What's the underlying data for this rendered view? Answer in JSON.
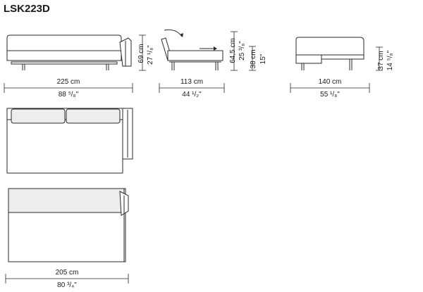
{
  "title": "LSK223D",
  "front_view": {
    "width_cm": "225 cm",
    "width_in": "88 ⁵/₈\"",
    "height_cm": "69 cm",
    "height_in": "27 ¹/₈\""
  },
  "side_view": {
    "depth_cm": "113 cm",
    "depth_in": "44 ¹/₂\"",
    "back_height_cm": "64,5 cm",
    "back_height_in": "25 ³/₈\"",
    "seat_height_cm": "38 cm",
    "seat_height_in": "15\""
  },
  "bed_side_view": {
    "depth_cm": "140 cm",
    "depth_in": "55 ¹/₈\"",
    "height_cm": "37 cm",
    "height_in": "14 ⁵/₈\""
  },
  "bed_top_view": {
    "length_cm": "205 cm",
    "length_in": "80 ³/₄\""
  }
}
